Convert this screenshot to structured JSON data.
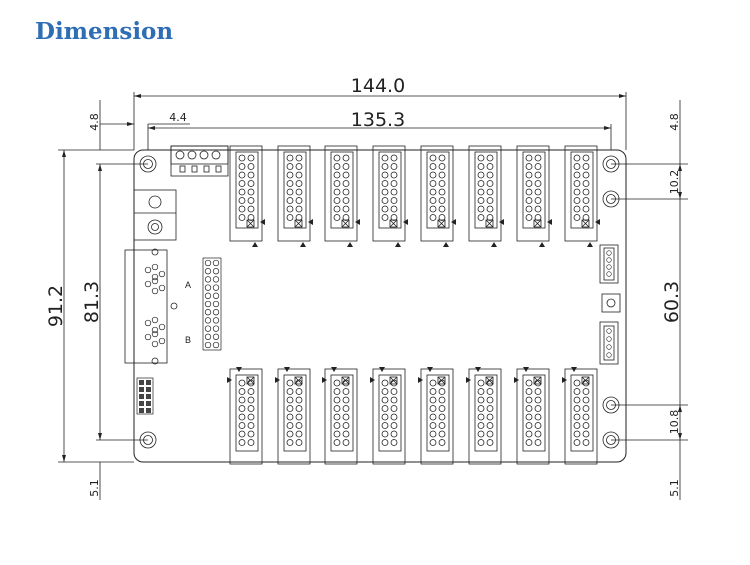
{
  "title": "Dimension",
  "dimensions": {
    "overall_width": "144.0",
    "hole_span_width": "135.3",
    "left_offset": "4.4",
    "top_left_margin": "4.8",
    "top_right_margin": "4.8",
    "overall_height": "91.2",
    "hole_span_height": "81.3",
    "right_top_spacing": "10.2",
    "right_mid_spacing": "60.3",
    "right_bottom_spacing": "10.8",
    "bottom_left_margin": "5.1",
    "bottom_right_margin": "5.1"
  },
  "labels": {
    "port_a": "A",
    "port_b": "B"
  }
}
